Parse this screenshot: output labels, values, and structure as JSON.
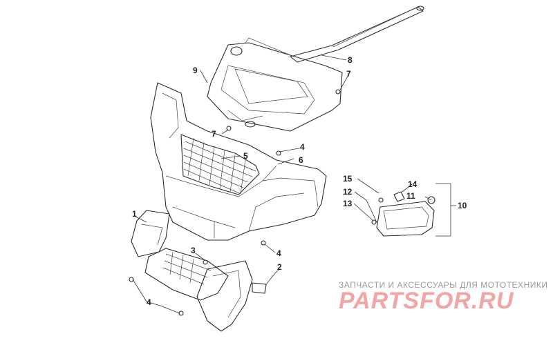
{
  "callouts": [
    {
      "id": "c1",
      "text": "1"
    },
    {
      "id": "c2",
      "text": "2"
    },
    {
      "id": "c3",
      "text": "3"
    },
    {
      "id": "c4a",
      "text": "4"
    },
    {
      "id": "c4b",
      "text": "4"
    },
    {
      "id": "c4c",
      "text": "4"
    },
    {
      "id": "c5",
      "text": "5"
    },
    {
      "id": "c6",
      "text": "6"
    },
    {
      "id": "c7a",
      "text": "7"
    },
    {
      "id": "c7b",
      "text": "7"
    },
    {
      "id": "c8",
      "text": "8"
    },
    {
      "id": "c9",
      "text": "9"
    },
    {
      "id": "c10",
      "text": "10"
    },
    {
      "id": "c11",
      "text": "11"
    },
    {
      "id": "c12",
      "text": "12"
    },
    {
      "id": "c13",
      "text": "13"
    },
    {
      "id": "c14",
      "text": "14"
    },
    {
      "id": "c15",
      "text": "15"
    }
  ],
  "watermark": {
    "tagline": "ЗАПЧАСТИ И АКСЕССУАРЫ ДЛЯ МОТОТЕХНИКИ",
    "logo": "PARTSFOR.RU"
  },
  "colors": {
    "line": "#2a2a2a",
    "watermark_text": "#9a9a9a",
    "watermark_logo": "#f2a5a5"
  }
}
